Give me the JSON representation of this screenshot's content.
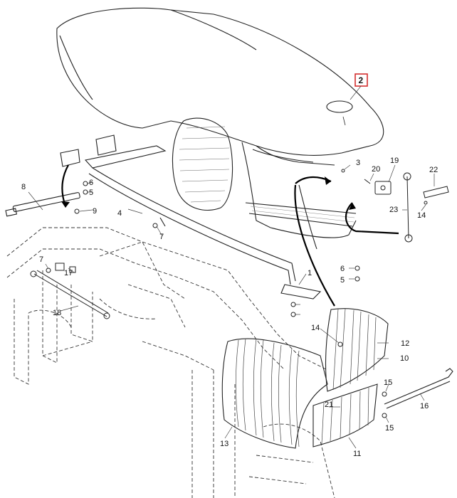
{
  "highlight": {
    "label": "2",
    "color": "#d32f2f"
  },
  "callouts": [
    "1",
    "3",
    "4",
    "5",
    "5",
    "6",
    "6",
    "7",
    "7",
    "8",
    "9",
    "10",
    "11",
    "12",
    "13",
    "14",
    "14",
    "15",
    "15",
    "16",
    "17",
    "18",
    "19",
    "20",
    "21",
    "22",
    "23"
  ]
}
